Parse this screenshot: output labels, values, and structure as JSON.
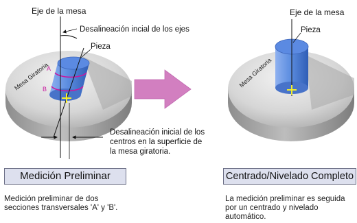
{
  "left": {
    "axis_label": "Eje de la mesa",
    "misalignment_axes": "Desalineación incial de los ejes",
    "workpiece": "Pieza",
    "table": "Mesa Giratoria",
    "section_a": "A",
    "section_b": "B",
    "center_misalignment": [
      "Desalineación inicial de los",
      "centros en la superficie de",
      "la mesa giratoria."
    ],
    "title": "Medición Preliminar",
    "description": [
      "Medición preliminar de dos",
      "secciones transversales 'A' y 'B'."
    ]
  },
  "right": {
    "axis_label": "Eje de la mesa",
    "workpiece": "Pieza",
    "table": "Mesa Giratoria",
    "title": "Centrado/Nivelado Completo",
    "description": [
      "La medición preliminar es seguida",
      "por un centrado y nivelado",
      "automático."
    ]
  },
  "colors": {
    "cylinder": "#4f7fd6",
    "cylinder_top": "#5a8ae0",
    "section_rings": "#c9199f",
    "center_mark": "#f4ef2a",
    "arrow": "#d27fc0",
    "box_fill": "#dde0ee"
  },
  "icons": {
    "arrow": "right-arrow-icon",
    "center": "crosshair-icon"
  }
}
